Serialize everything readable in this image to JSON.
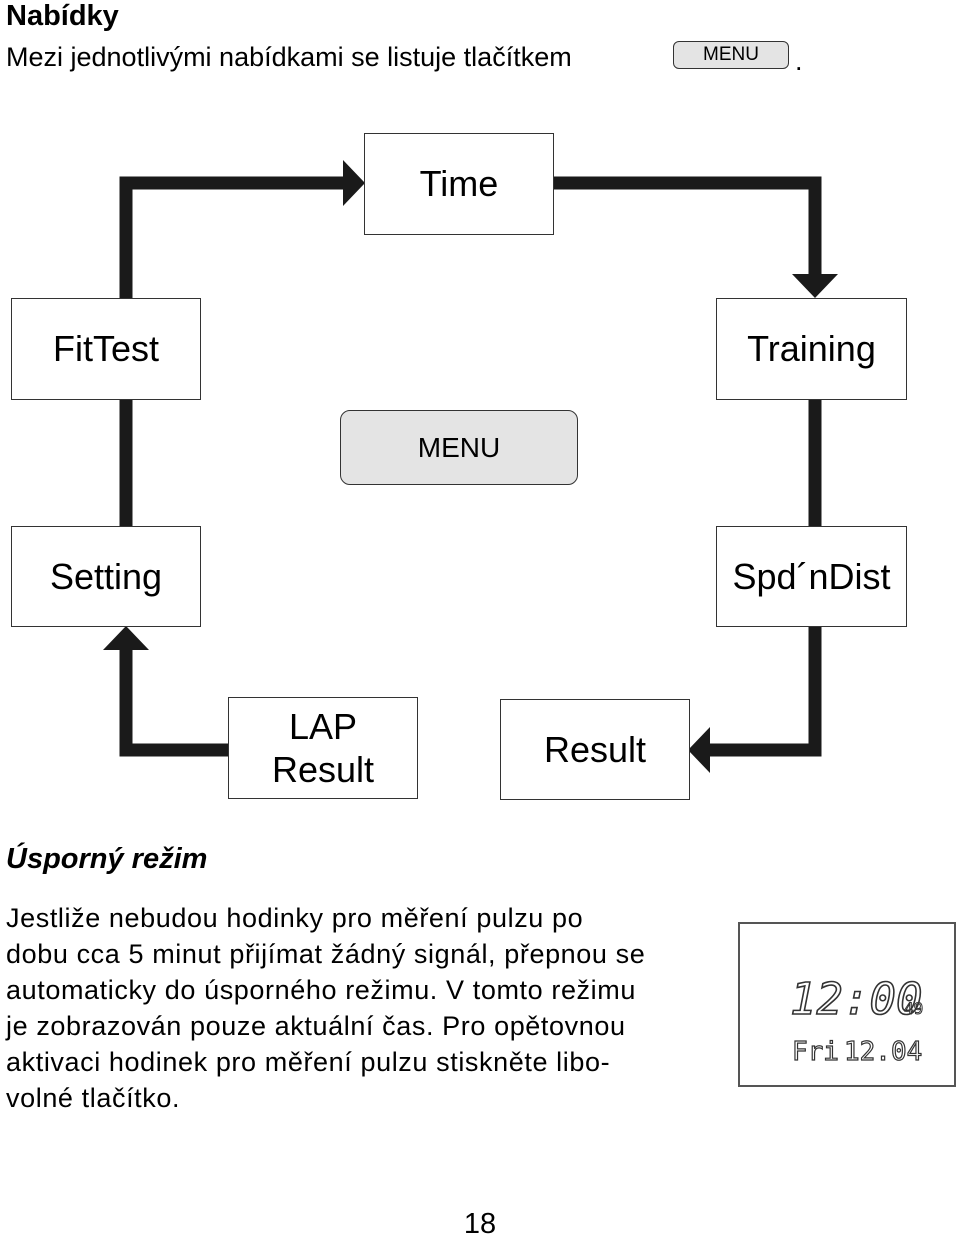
{
  "heading": "Nabídky",
  "intro": {
    "text": "Mezi jednotlivými nabídkami se listuje tlačítkem",
    "button_label": "MENU",
    "end": "."
  },
  "diagram": {
    "nodes": {
      "time": "Time",
      "training": "Training",
      "spd_n_dist": "Spd´nDist",
      "result": "Result",
      "lap_result_line1": "LAP",
      "lap_result_line2": "Result",
      "setting": "Setting",
      "fittest": "FitTest"
    },
    "center_button": "MENU"
  },
  "section": {
    "title": "Úsporný režim",
    "lines": [
      "Jestliže nebudou hodinky pro měření pulzu po",
      "dobu cca 5 minut přijímat žádný signál, přepnou se",
      "automaticky do úsporného režimu. V tomto režimu",
      "je zobrazován pouze aktuální čas. Pro opětovnou",
      "aktivaci hodinek pro měření pulzu stiskněte libo-",
      "volné tlačítko."
    ]
  },
  "lcd": {
    "time": "12:00",
    "seconds": "49",
    "day": "Fri",
    "date": "12.04"
  },
  "page_number": "18"
}
